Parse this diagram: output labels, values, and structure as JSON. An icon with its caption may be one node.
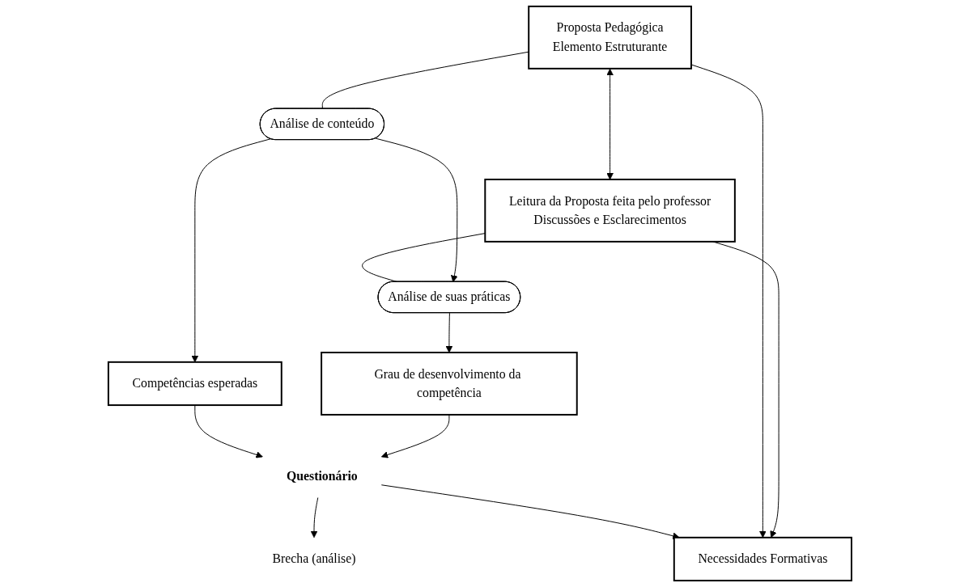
{
  "diagram": {
    "nodes": [
      {
        "text": [
          "Proposta Pedagógica",
          "Elemento Estruturante"
        ]
      },
      {
        "text": [
          "Leitura da Proposta feita pelo professor",
          "Discussões e Esclarecimentos"
        ]
      },
      {
        "text": [
          "Análise de conteúdo"
        ]
      },
      {
        "text": [
          "Análise de suas práticas"
        ]
      },
      {
        "text": [
          "Competências esperadas"
        ]
      },
      {
        "text": [
          "Grau de desenvolvimento da competência"
        ]
      },
      {
        "text": [
          "Questionário"
        ]
      },
      {
        "text": [
          "Brecha (análise)"
        ]
      },
      {
        "text": [
          "Necessidades Formativas"
        ]
      }
    ],
    "edges": [
      {
        "from": 0,
        "to": 1,
        "arrow": "both"
      },
      {
        "from": 0,
        "to": 2,
        "arrow": "none"
      },
      {
        "from": 1,
        "to": 3,
        "arrow": "none"
      },
      {
        "from": 2,
        "to": 3,
        "arrow": "to"
      },
      {
        "from": 2,
        "to": 4,
        "arrow": "to"
      },
      {
        "from": 3,
        "to": 5,
        "arrow": "to"
      },
      {
        "from": 4,
        "to": 6,
        "arrow": "to"
      },
      {
        "from": 5,
        "to": 6,
        "arrow": "to"
      },
      {
        "from": 6,
        "to": 7,
        "arrow": "to"
      },
      {
        "from": 6,
        "to": 8,
        "arrow": "to"
      },
      {
        "from": 0,
        "to": 8,
        "arrow": "to"
      },
      {
        "from": 1,
        "to": 8,
        "arrow": "to"
      }
    ]
  }
}
